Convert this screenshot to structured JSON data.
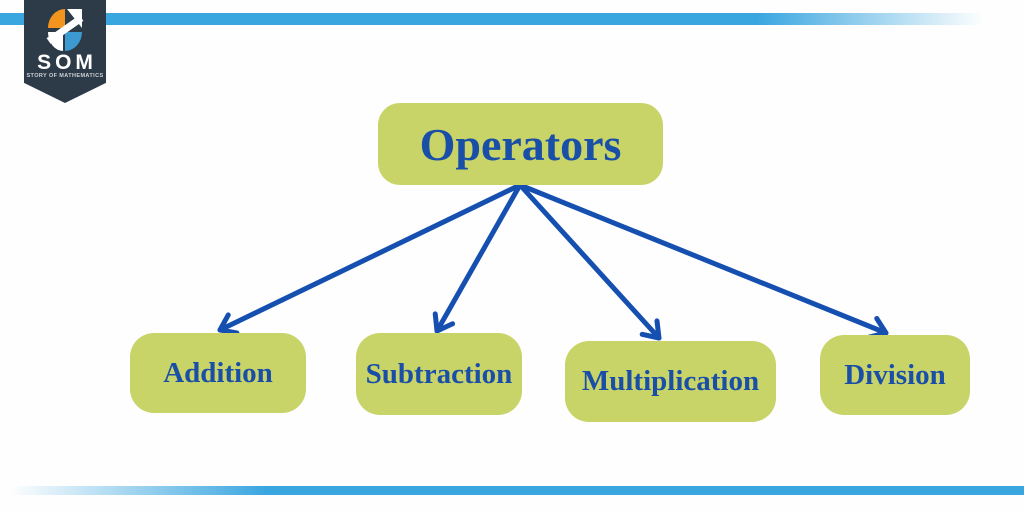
{
  "page": {
    "background_color": "#fefefe",
    "accent_bar_color": "#3aa6e0"
  },
  "branding": {
    "logo_text": "SOM",
    "logo_subtext": "STORY OF MATHEMATICS",
    "badge_color": "#2d3a47",
    "logo_orange": "#f2941e",
    "logo_blue": "#3d9ad1"
  },
  "diagram": {
    "type": "tree",
    "node_fill_color": "#c8d368",
    "node_text_color": "#1a4fa8",
    "arrow_color": "#1550b0",
    "root": {
      "label": "Operators"
    },
    "children": [
      {
        "label": "Addition"
      },
      {
        "label": "Subtraction"
      },
      {
        "label": "Multiplication"
      },
      {
        "label": "Division"
      }
    ]
  }
}
